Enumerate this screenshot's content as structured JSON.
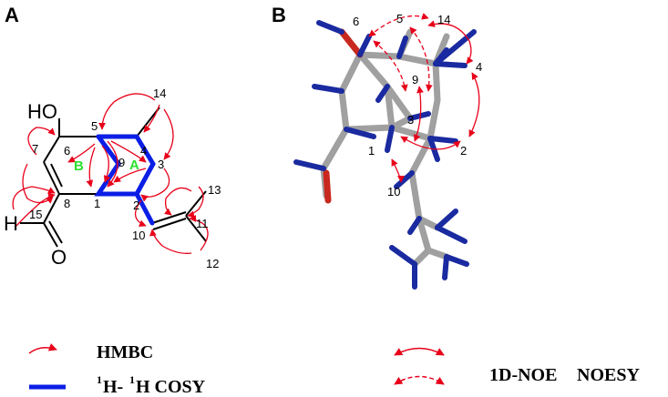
{
  "panels": {
    "left": "A",
    "right": "B"
  },
  "structure_a": {
    "atoms": {
      "ho": "HO",
      "h": "H",
      "o": "O"
    },
    "numbers": [
      "1",
      "2",
      "3",
      "4",
      "5",
      "6",
      "7",
      "8",
      "9",
      "10",
      "11",
      "12",
      "13",
      "14",
      "15"
    ],
    "rings": {
      "a": "A",
      "b": "B"
    }
  },
  "structure_b": {
    "numbers": [
      "1",
      "2",
      "3",
      "4",
      "5",
      "6",
      "9",
      "10",
      "14"
    ]
  },
  "legend": {
    "hmbc": "HMBC",
    "cosy_pre": "H-",
    "cosy_sup1": "1",
    "cosy_sup2": "1",
    "cosy_post": "H COSY",
    "noe": "1D-NOE",
    "noesy": "NOESY"
  },
  "colors": {
    "hmbc": "#e8001a",
    "cosy": "#0a1ee6",
    "ring_label": "#2ee02e",
    "stick_gray": "#a0a0a0",
    "stick_blue": "#1a2aa0",
    "stick_red": "#c8281e"
  }
}
